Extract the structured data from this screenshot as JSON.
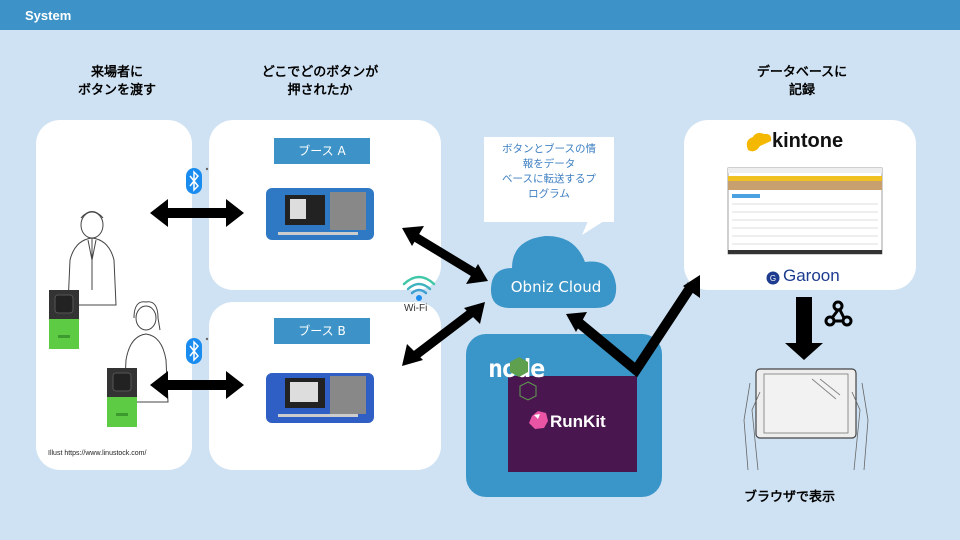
{
  "header": {
    "title": "System"
  },
  "headings": {
    "visitor": [
      "来場者に",
      "ボタンを渡す"
    ],
    "where": [
      "どこでどのボタンが",
      "押されたか"
    ],
    "database": [
      "データベースに",
      "記録"
    ],
    "browser": "ブラウザで表示"
  },
  "booths": [
    {
      "label": "ブース A"
    },
    {
      "label": "ブース B"
    }
  ],
  "callout": {
    "lines": [
      "ボタンとブースの情",
      "報をデータ",
      "ベースに転送するプ",
      "ログラム"
    ]
  },
  "cloud": {
    "label": "Obniz Cloud"
  },
  "runtime": {
    "node_label": "node",
    "runkit_label": "RunKit"
  },
  "services": {
    "kintone_label": "kintone",
    "garoon_label": "Garoon"
  },
  "connectivity": {
    "wifi_label": "Wi-Fi"
  },
  "credit": "Illust https://www.linustock.com/",
  "colors": {
    "background": "#cfe2f3",
    "header": "#3d93c7",
    "booth_label": "#3d93c7",
    "cloud": "#3a95c8",
    "runkit_bg": "#4a1650",
    "kintone_yellow": "#f5b800",
    "garoon_blue": "#1d3b8f",
    "button_green": "#5ecb45",
    "bluetooth": "#1a8cf0"
  }
}
